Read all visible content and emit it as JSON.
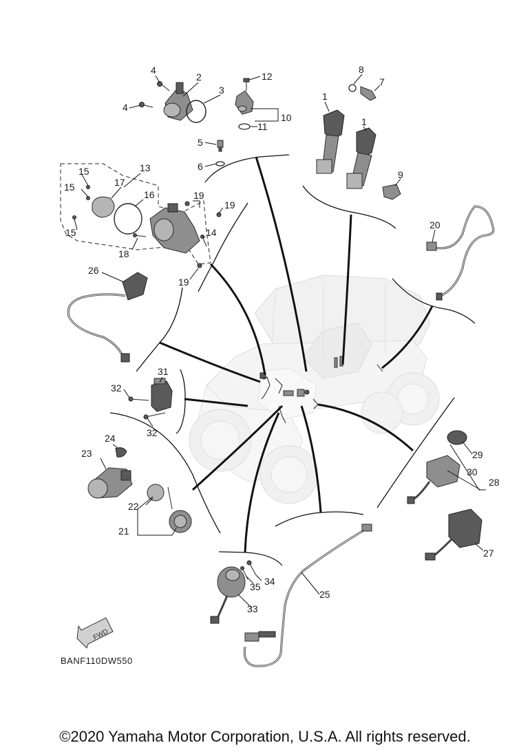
{
  "diagram": {
    "labels": [
      "1",
      "1",
      "2",
      "3",
      "4",
      "4",
      "5",
      "6",
      "7",
      "8",
      "9",
      "10",
      "11",
      "12",
      "13",
      "14",
      "15",
      "15",
      "15",
      "16",
      "17",
      "18",
      "19",
      "19",
      "19",
      "20",
      "21",
      "22",
      "23",
      "24",
      "25",
      "26",
      "27",
      "28",
      "29",
      "30",
      "31",
      "32",
      "32",
      "33",
      "34",
      "35"
    ],
    "drawing_code": "BANF110DW550",
    "fwd_label": "FWD"
  },
  "footer": {
    "copyright": "©2020 Yamaha Motor Corporation, U.S.A. All rights reserved."
  }
}
